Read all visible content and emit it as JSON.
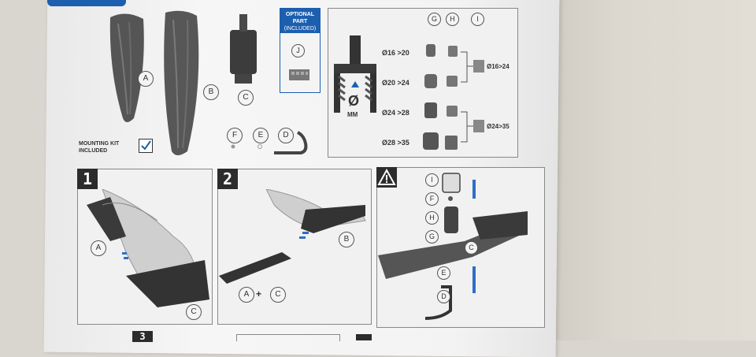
{
  "parts_top": {
    "A": "A",
    "B": "B",
    "C": "C",
    "D": "D",
    "E": "E",
    "F": "F",
    "optional_line1": "OPTIONAL",
    "optional_line2": "PART",
    "optional_line3": "(INCLUDED)",
    "J": "J",
    "mounting_kit_line1": "MOUNTING KIT",
    "mounting_kit_line2": "INCLUDED"
  },
  "sizes": {
    "col_G": "G",
    "col_H": "H",
    "col_I": "I",
    "symbol": "Ø",
    "unit": "MM",
    "rows": [
      "Ø16 >20",
      "Ø20 >24",
      "Ø24 >28",
      "Ø28 >35"
    ],
    "right_labels": [
      "Ø16>24",
      "Ø24>35"
    ]
  },
  "step1": {
    "num": "1",
    "A": "A",
    "C": "C"
  },
  "step2": {
    "num": "2",
    "B": "B",
    "A": "A",
    "plus": "+",
    "C": "C"
  },
  "step3": {
    "I": "I",
    "F": "F",
    "H": "H",
    "G": "G",
    "C": "C",
    "E": "E",
    "D": "D"
  },
  "bottom": {
    "num3": "3"
  },
  "colors": {
    "accent_blue": "#1c5fae",
    "dash_blue": "#2e6fc6",
    "ink": "#2c2c2c"
  }
}
